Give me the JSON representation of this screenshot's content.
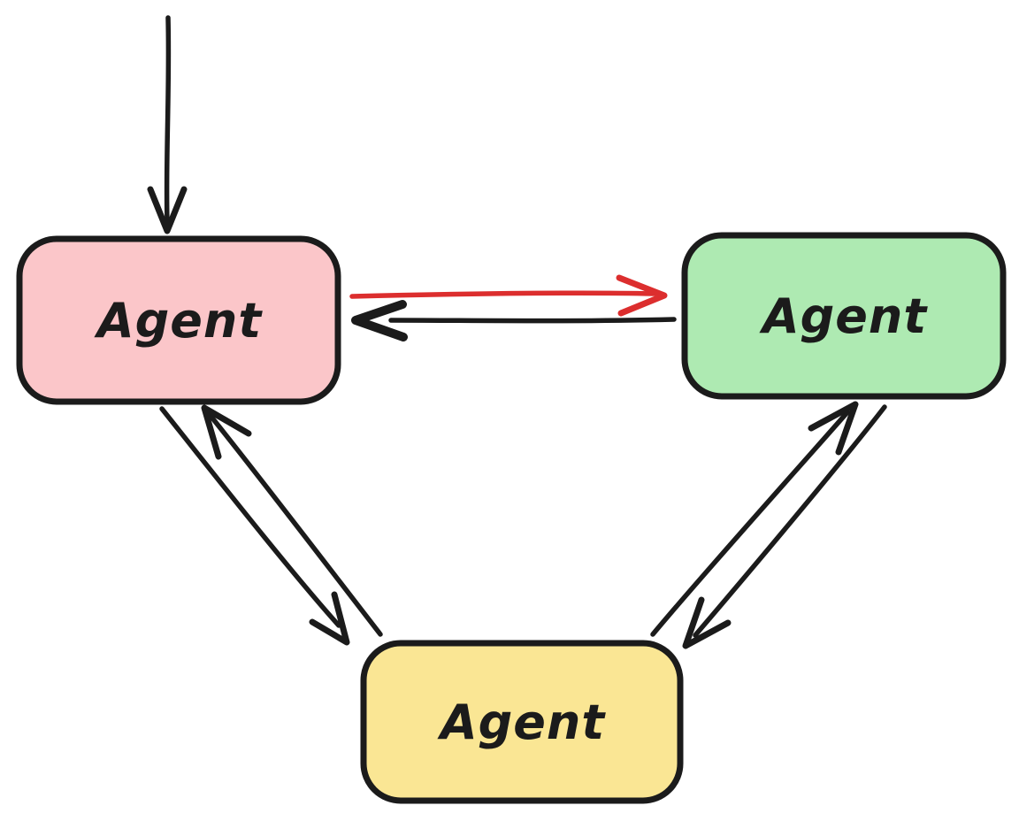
{
  "diagram": {
    "background": "#ffffff",
    "ink": "#1b1b1b",
    "accent_red": "#dc2e2e",
    "nodes": [
      {
        "id": "agent-pink",
        "label": "Agent",
        "fill": "#fbc6c9",
        "position": "top-left"
      },
      {
        "id": "agent-green",
        "label": "Agent",
        "fill": "#aeeab2",
        "position": "top-right"
      },
      {
        "id": "agent-yellow",
        "label": "Agent",
        "fill": "#fae694",
        "position": "bottom-center"
      }
    ],
    "edges": [
      {
        "id": "entry-arrow",
        "from": "external",
        "to": "agent-pink",
        "color": "#1b1b1b",
        "style": "single-down"
      },
      {
        "id": "pink-to-green",
        "from": "agent-pink",
        "to": "agent-green",
        "color": "#dc2e2e",
        "style": "horizontal-right"
      },
      {
        "id": "green-to-pink",
        "from": "agent-green",
        "to": "agent-pink",
        "color": "#1b1b1b",
        "style": "horizontal-left"
      },
      {
        "id": "pink-to-yellow",
        "from": "agent-pink",
        "to": "agent-yellow",
        "color": "#1b1b1b",
        "style": "diagonal-down"
      },
      {
        "id": "yellow-to-pink",
        "from": "agent-yellow",
        "to": "agent-pink",
        "color": "#1b1b1b",
        "style": "diagonal-up"
      },
      {
        "id": "green-to-yellow",
        "from": "agent-green",
        "to": "agent-yellow",
        "color": "#1b1b1b",
        "style": "diagonal-down"
      },
      {
        "id": "yellow-to-green",
        "from": "agent-yellow",
        "to": "agent-green",
        "color": "#1b1b1b",
        "style": "diagonal-up"
      }
    ]
  }
}
